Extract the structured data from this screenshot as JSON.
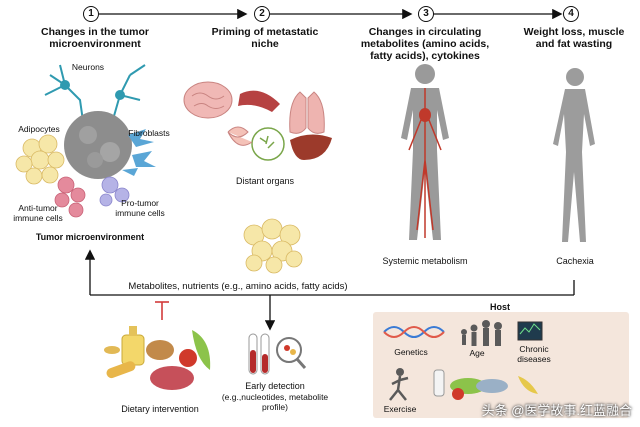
{
  "steps": [
    {
      "num": "1",
      "title": "Changes in the tumor microenvironment"
    },
    {
      "num": "2",
      "title": "Priming of metastatic niche"
    },
    {
      "num": "3",
      "title": "Changes in circulating metabolites (amino acids, fatty acids), cytokines"
    },
    {
      "num": "4",
      "title": "Weight loss, muscle and fat wasting"
    }
  ],
  "tumor": {
    "neurons": "Neurons",
    "adipocytes": "Adipocytes",
    "fibroblasts": "Fibroblasts",
    "anti_tumor": "Anti-tumor immune cells",
    "pro_tumor": "Pro-tumor immune cells",
    "caption": "Tumor microenvironment"
  },
  "distant_organs": "Distant organs",
  "systemic_metabolism": "Systemic metabolism",
  "cachexia": "Cachexia",
  "metabolites_caption": "Metabolites, nutrients (e.g., amino acids, fatty acids)",
  "dietary_intervention": "Dietary intervention",
  "early_detection": {
    "title": "Early detection",
    "detail": "(e.g.,nucleotides, metabolite profile)"
  },
  "host": {
    "title": "Host",
    "genetics": "Genetics",
    "age": "Age",
    "chronic": "Chronic diseases",
    "exercise": "Exercise"
  },
  "watermark": "头条 @医学故事.红蓝融合"
}
